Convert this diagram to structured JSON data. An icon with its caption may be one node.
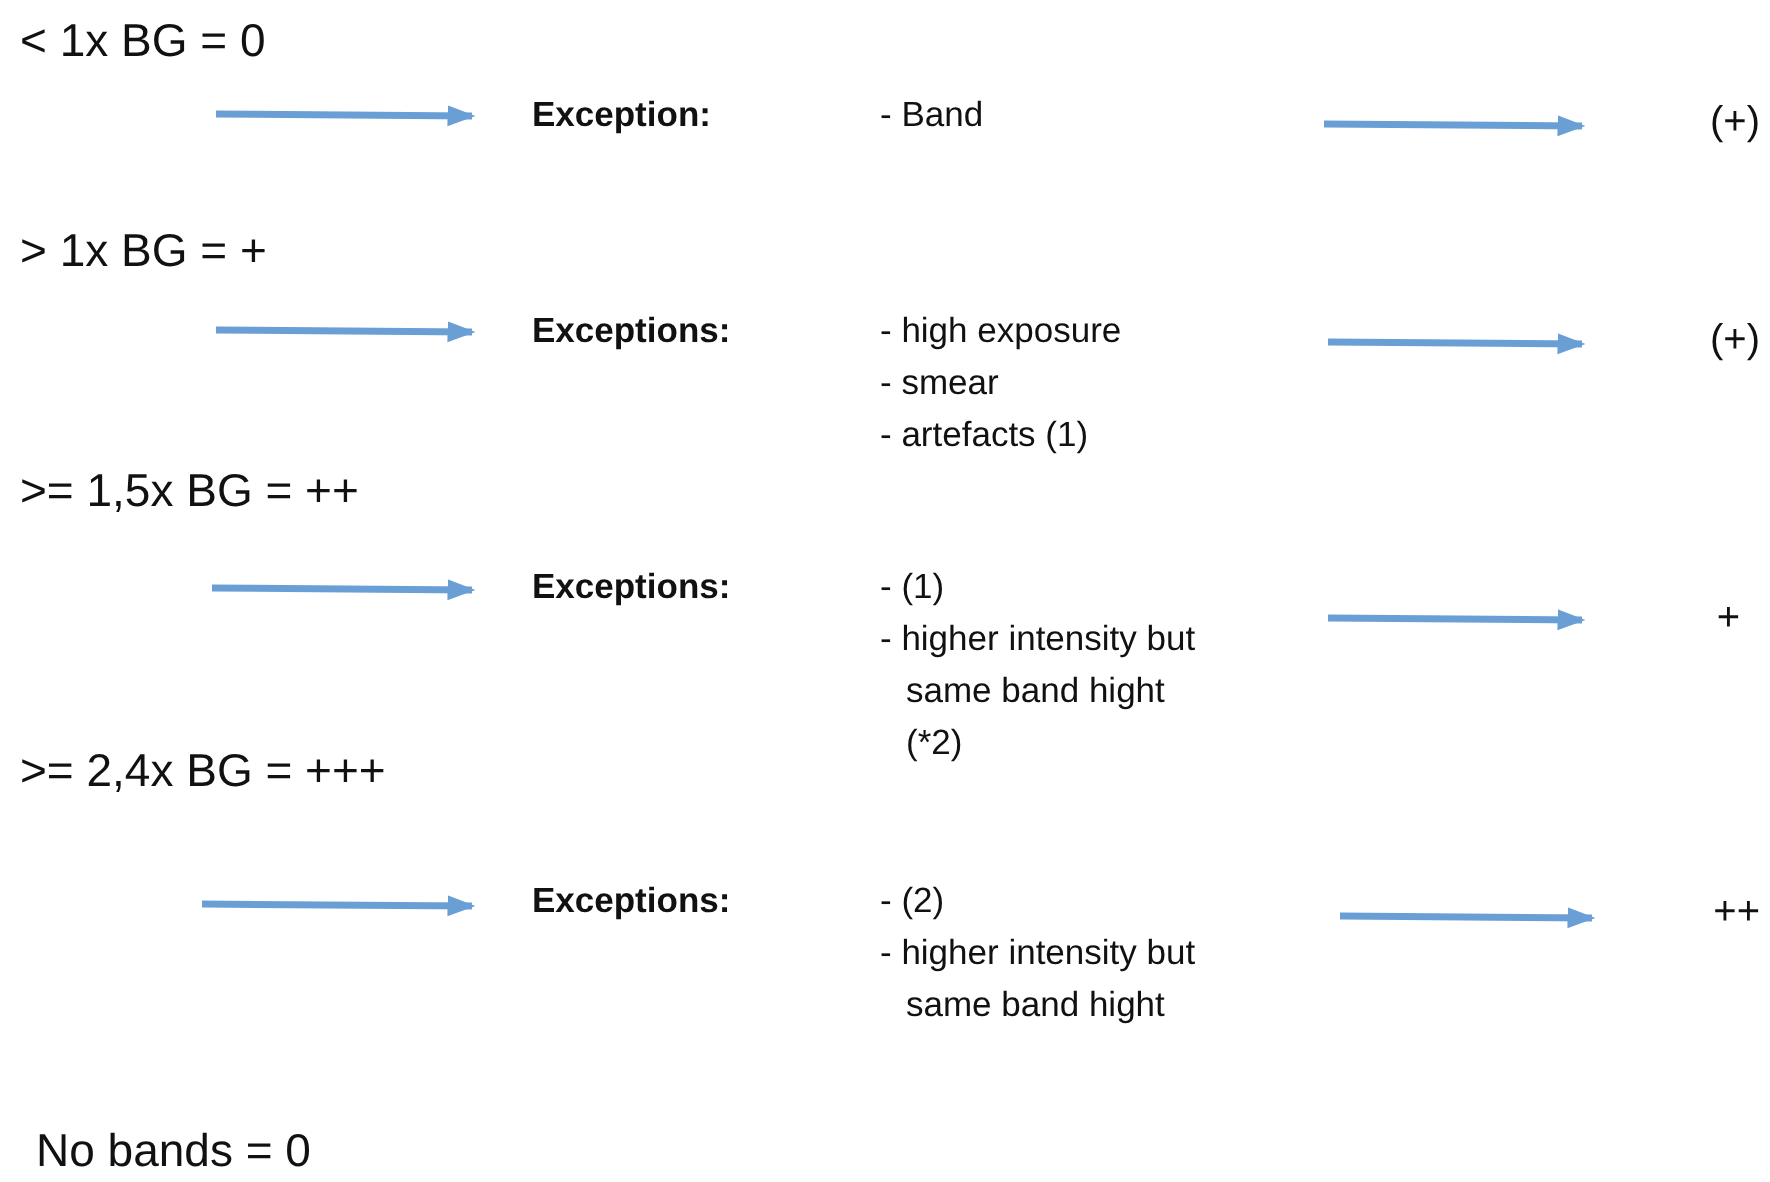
{
  "diagram": {
    "nodes": [
      {
        "text": [
          "Exception:"
        ]
      },
      {
        "text": [
          "- Band"
        ]
      },
      {
        "text": [
          "(+)"
        ]
      },
      {
        "text": [
          "Exceptions:"
        ]
      },
      {
        "text": [
          "- high exposure",
          "- smear",
          "- artefacts (1)"
        ]
      },
      {
        "text": [
          "(+)"
        ]
      },
      {
        "text": [
          "Exceptions:"
        ]
      },
      {
        "text": [
          "- (1)",
          "- higher intensity but same band hight",
          "(*2)"
        ]
      },
      {
        "text": [
          "+"
        ]
      },
      {
        "text": [
          "Exceptions:"
        ]
      },
      {
        "text": [
          "- (2)",
          "- higher intensity but same band hight"
        ]
      },
      {
        "text": [
          "++"
        ]
      }
    ],
    "edges": [
      {
        "from": null,
        "to": 0,
        "arrow": "to"
      },
      {
        "from": null,
        "to": 2,
        "arrow": "to"
      },
      {
        "from": null,
        "to": 3,
        "arrow": "to"
      },
      {
        "from": null,
        "to": 5,
        "arrow": "to"
      },
      {
        "from": null,
        "to": 6,
        "arrow": "to"
      },
      {
        "from": null,
        "to": 8,
        "arrow": "to"
      },
      {
        "from": null,
        "to": 9,
        "arrow": "to"
      },
      {
        "from": null,
        "to": 11,
        "arrow": "to"
      }
    ],
    "labels": [
      "< 1x BG = 0",
      "> 1x BG = +",
      ">= 1,5x BG = ++",
      ">= 2,4x BG = +++",
      "No bands = 0"
    ]
  }
}
